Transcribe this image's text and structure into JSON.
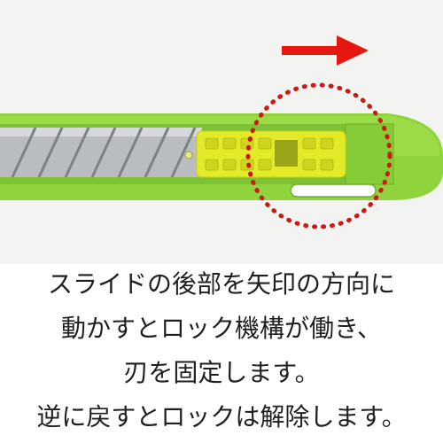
{
  "caption": {
    "lines": [
      "スライドの後部を矢印の方向に",
      "動かすとロック機構が働き、",
      "刃を固定します。",
      "逆に戻すとロックは解除します。"
    ]
  },
  "colors": {
    "background_band": "#f3f3f2",
    "cutter_body": "#8fd43c",
    "slider": "#e2ea2a",
    "blade": "#b9bcc0",
    "arrow": "#e6170f",
    "highlight_circle": "#cc1a12"
  },
  "icons": {
    "arrow": "arrow-right-icon",
    "circle": "dotted-circle-highlight"
  }
}
